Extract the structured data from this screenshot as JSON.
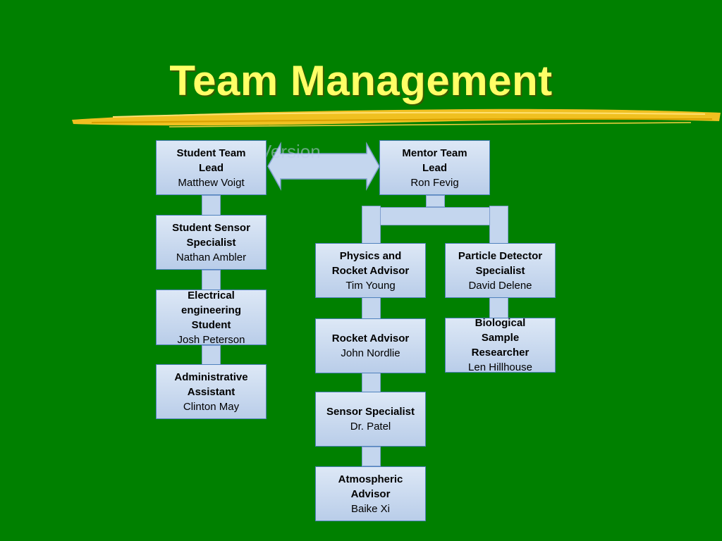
{
  "title": "Team Management",
  "watermark": "Student Full Version",
  "colors": {
    "background": "#008000",
    "title": "#ffff66",
    "box_border": "#4f81bd",
    "brush": "#f0c020"
  },
  "boxes": {
    "student_lead": {
      "role": "Student Team Lead",
      "name": "Matthew Voigt"
    },
    "mentor_lead": {
      "role": "Mentor Team Lead",
      "name": "Ron Fevig"
    },
    "student_sensor": {
      "role": "Student Sensor Specialist",
      "name": "Nathan Ambler"
    },
    "electrical": {
      "role": "Electrical engineering Student",
      "name": "Josh Peterson"
    },
    "admin": {
      "role": "Administrative Assistant",
      "name": "Clinton May"
    },
    "physics": {
      "role": "Physics and Rocket Advisor",
      "name": "Tim Young"
    },
    "particle": {
      "role": "Particle Detector Specialist",
      "name": "David Delene"
    },
    "rocket": {
      "role": "Rocket Advisor",
      "name": "John Nordlie"
    },
    "biological": {
      "role": "Biological Sample Researcher",
      "name": "Len Hillhouse"
    },
    "sensor": {
      "role": "Sensor Specialist",
      "name": "Dr. Patel"
    },
    "atmospheric": {
      "role": "Atmospheric Advisor",
      "name": "Baike Xi"
    }
  }
}
